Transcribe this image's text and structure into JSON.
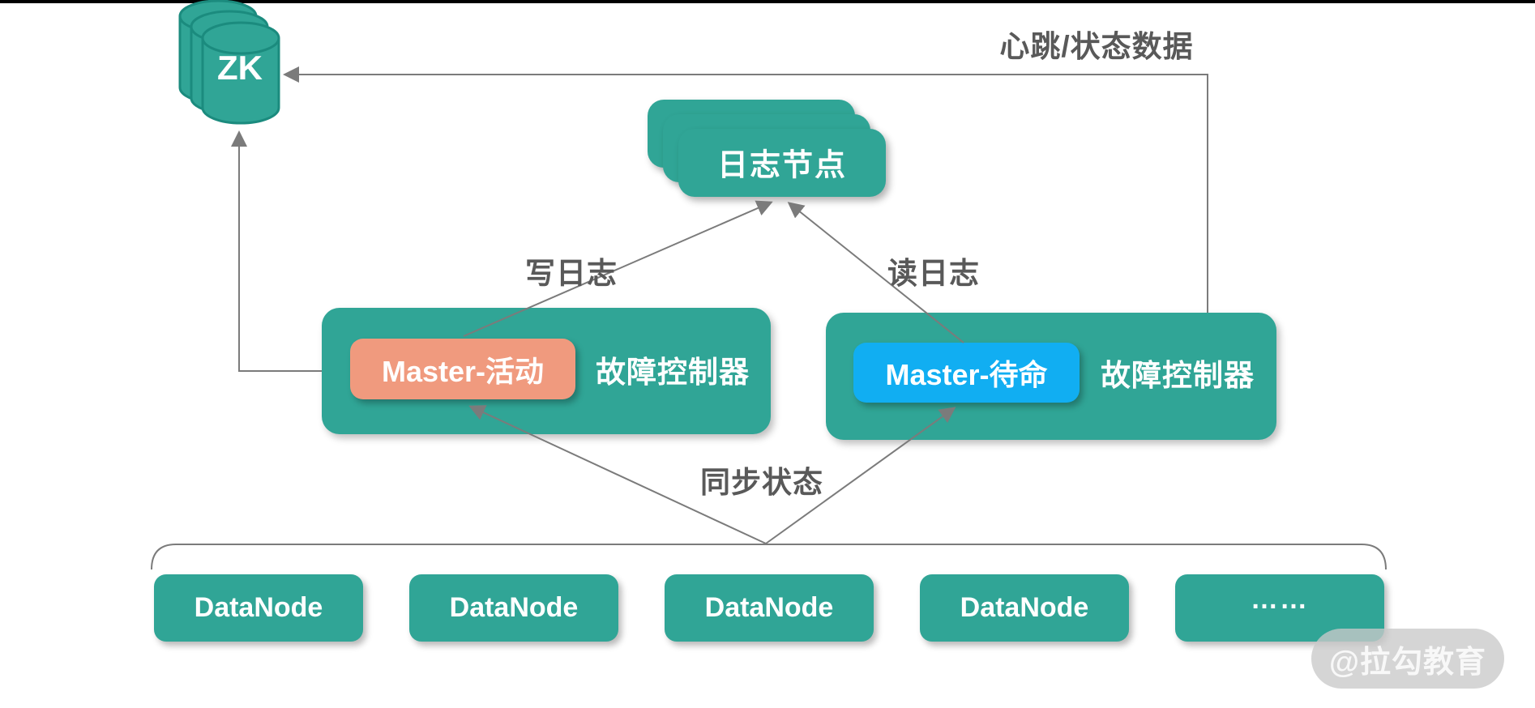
{
  "diagram": {
    "zk": {
      "label": "ZK"
    },
    "journal": {
      "label": "日志节点"
    },
    "master_active": {
      "pill_label": "Master-活动",
      "controller_label": "故障控制器"
    },
    "master_standby": {
      "pill_label": "Master-待命",
      "controller_label": "故障控制器"
    },
    "edges": {
      "heartbeat": "心跳/状态数据",
      "write_log": "写日志",
      "read_log": "读日志",
      "sync_state": "同步状态"
    },
    "datanodes": [
      "DataNode",
      "DataNode",
      "DataNode",
      "DataNode",
      "……"
    ],
    "watermark": "@拉勾教育",
    "colors": {
      "teal": "#30A596",
      "salmon": "#F09A7E",
      "blue": "#11AEF2",
      "line_gray": "#7B7B7B",
      "label_gray": "#595959"
    }
  }
}
